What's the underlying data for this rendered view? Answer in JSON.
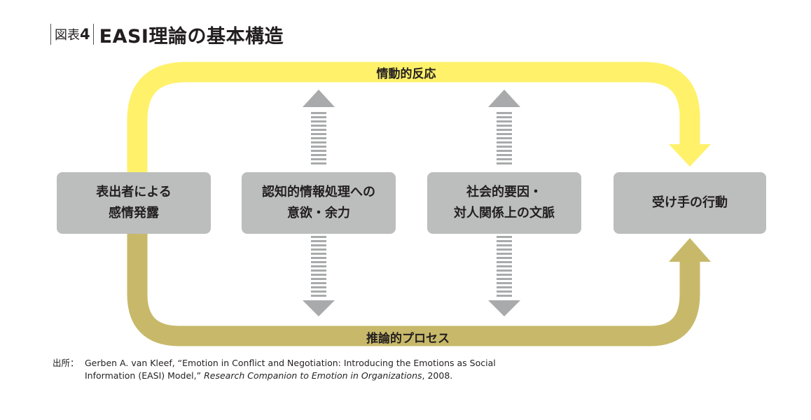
{
  "figure": {
    "label_prefix": "図表",
    "label_number": "4",
    "title": "EASI理論の基本構造"
  },
  "paths": {
    "top_label": "情動的反応",
    "bottom_label": "推論的プロセス",
    "top_color": "#fff16a",
    "bottom_color": "#c8b96a",
    "double_arrow_color": "#a8aaab"
  },
  "boxes": [
    {
      "lines": [
        "表出者による",
        "感情発露"
      ]
    },
    {
      "lines": [
        "認知的情報処理への",
        "意欲・余力"
      ]
    },
    {
      "lines": [
        "社会的要因・",
        "対人関係上の文脈"
      ]
    },
    {
      "lines": [
        "受け手の行動"
      ]
    }
  ],
  "source": {
    "prefix": "出所：",
    "line1_plain": "Gerben A. van Kleef, “Emotion in Conflict and Negotiation: Introducing the Emotions as Social",
    "line2_plain": "Information (EASI) Model,”",
    "line2_italic": "Research Companion to Emotion in Organizations",
    "line2_end": ", 2008."
  }
}
